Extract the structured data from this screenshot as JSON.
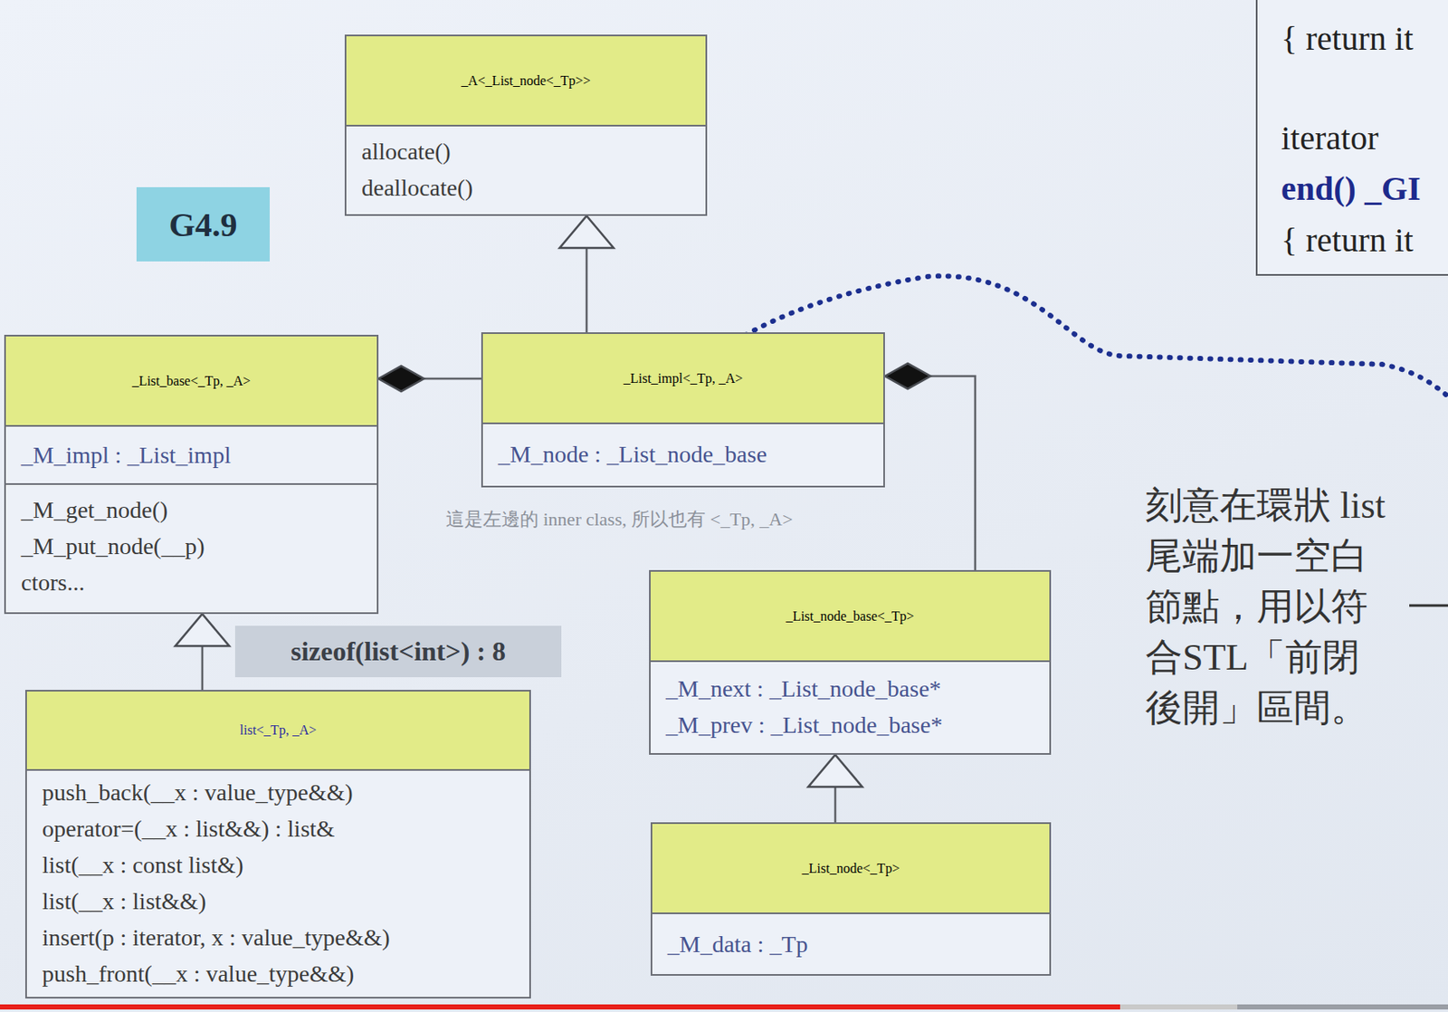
{
  "diagram": {
    "nodes": [
      {
        "text": [
          "_A<_List_node<_Tp>>",
          "allocate()",
          "deallocate()"
        ]
      },
      {
        "text": [
          "{ return it",
          "iterator",
          "end() _GI",
          "{ return it"
        ]
      },
      {
        "text": [
          "G4.9"
        ]
      },
      {
        "text": [
          "_List_base<_Tp, _A>",
          "_M_impl : _List_impl",
          "_M_get_node()",
          "_M_put_node(__p)",
          "ctors..."
        ]
      },
      {
        "text": [
          "_List_impl<_Tp, _A>",
          "_M_node : _List_node_base"
        ]
      },
      {
        "text": [
          "_List_node_base<_Tp>",
          "_M_next : _List_node_base*",
          "_M_prev : _List_node_base*"
        ]
      },
      {
        "text": [
          "sizeof(list<int>) : 8"
        ]
      },
      {
        "text": [
          "list<_Tp, _A>",
          "push_back(__x : value_type&&)",
          "operator=(__x : list&&) : list&",
          "list(__x : const list&)",
          "list(__x : list&&)",
          "insert(p : iterator, x : value_type&&)",
          "push_front(__x : value_type&&)"
        ]
      },
      {
        "text": [
          "_List_node<_Tp>",
          "_M_data : _Tp"
        ]
      }
    ],
    "edges": [
      {
        "from": 4,
        "to": 0,
        "arrow": "to"
      },
      {
        "from": 4,
        "to": 3,
        "arrow": "to"
      },
      {
        "from": 7,
        "to": 3,
        "arrow": "to"
      },
      {
        "from": 5,
        "to": 4,
        "arrow": "to"
      },
      {
        "from": 8,
        "to": 5,
        "arrow": "to"
      }
    ],
    "labels": [
      "這是左邊的 inner class, 所以也有 <_Tp, _A>",
      "刻意在環狀 list 尾端加一空白 節點，用以符 合STL「前閉 後開」區間。"
    ]
  }
}
